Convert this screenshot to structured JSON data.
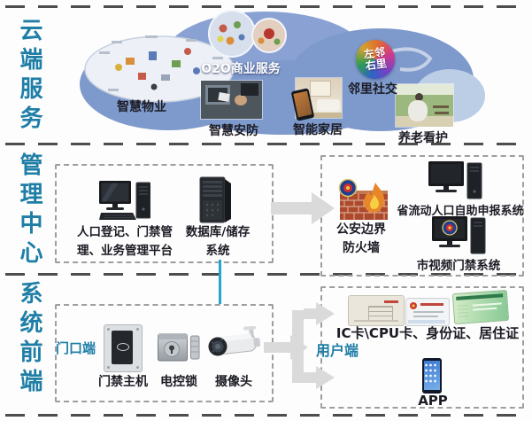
{
  "rails": {
    "cloud": "云端服务",
    "management": "管理中心",
    "frontend": "系统前端"
  },
  "cloud": {
    "property_label": "智慧物业",
    "o2o_label": "O2O商业服务",
    "security_label": "智慧安防",
    "badge_top": "左邻",
    "badge_bottom": "右里",
    "neighbor_label": "邻里社交",
    "smarthome_label": "智能家居",
    "eldercare_label": "养老看护"
  },
  "management": {
    "platform_label_lines": [
      "人口登记、门禁管",
      "理、业务管理平台"
    ],
    "database_label_lines": [
      "数据库/储存",
      "系统"
    ],
    "firewall_label_lines": [
      "公安边界",
      "防火墙"
    ],
    "province_system_label": "省流动人口自助申报系统",
    "city_system_label": "市视频门禁系统"
  },
  "frontend": {
    "door_tag": "门口端",
    "host_label": "门禁主机",
    "lock_label": "电控锁",
    "camera_label": "摄像头",
    "user_tag": "用户端",
    "cards_label": "IC卡\\CPU卡、身份证、居住证",
    "app_label": "APP"
  },
  "colors": {
    "rail_text": "#1e7ea6",
    "cloud_blue": "#7e99cb",
    "cloud_light": "#bccde6",
    "arrow_gray": "#dadada",
    "connector_teal": "#23a7c8",
    "separator": "#4d4d4d",
    "box_border": "#9e9e9e"
  }
}
